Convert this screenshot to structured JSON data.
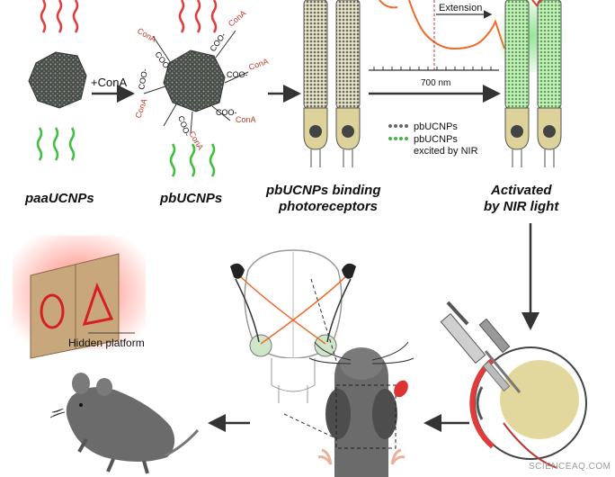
{
  "labels": {
    "paa": "paaUCNPs",
    "pb": "pbUCNPs",
    "binding_line1": "pbUCNPs binding",
    "binding_line2": "photoreceptors",
    "activated_line1": "Activated",
    "activated_line2": "by NIR light",
    "plus_cona": "+ConA",
    "extension": "Extension",
    "wavelength": "700 nm",
    "legend_pb": "pbUCNPs",
    "legend_excited_1": "pbUCNPs",
    "legend_excited_2": "excited by NIR",
    "hidden_platform": "Hidden platform",
    "ligand_coo": "COO-",
    "ligand_cona": "ConA",
    "watermark": "SCIENCEAQ.COM"
  },
  "colors": {
    "nir_red": "#e23b3b",
    "green_emission": "#3fbf3f",
    "spectrum_orange": "#f06a2b",
    "cell_beige": "#ddd39a",
    "mouse_gray": "#6b6b6b",
    "dark": "#3a3a3a"
  },
  "icons": {
    "nanoparticle": "nanoparticle-icon",
    "arrow": "arrow-icon",
    "syringe": "syringe-icon",
    "eye": "eyeball-icon",
    "brain": "brain-icon",
    "mouse": "mouse-icon"
  }
}
